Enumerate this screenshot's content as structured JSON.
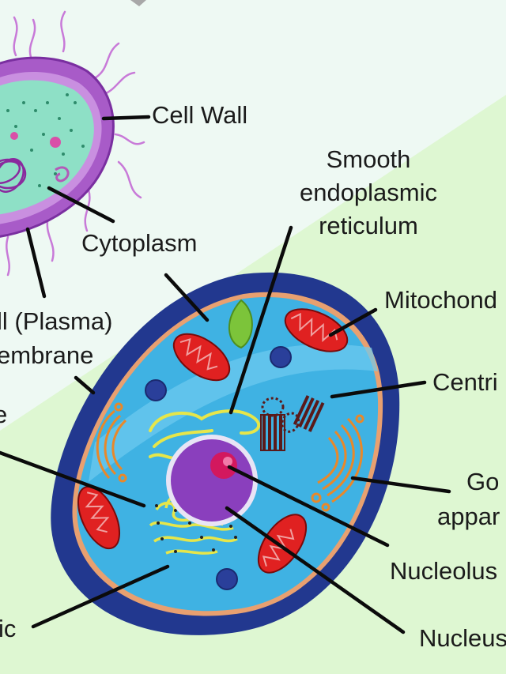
{
  "labels": {
    "cell_wall": "Cell Wall",
    "smooth_er_line1": "Smooth",
    "smooth_er_line2": "endoplasmic",
    "smooth_er_line3": "reticulum",
    "cytoplasm": "Cytoplasm",
    "mitochondria": "Mitochond",
    "cell_membrane_line1": "ll (Plasma)",
    "cell_membrane_line2": "embrane",
    "centriole": "Centri",
    "golgi_line1": "Go",
    "golgi_line2": "appar",
    "nucleolus": "Nucleolus",
    "nucleus": "Nucleus",
    "rough_er_partial": "ic",
    "left_partial": "e"
  },
  "colors": {
    "background_top": "#eef9f3",
    "background_bottom": "#def7d2",
    "bacteria_body": "#9b4fc0",
    "bacteria_cytoplasm": "#8fe0c6",
    "cell_outer": "#22388f",
    "cell_cytoplasm": "#3fb2e3",
    "nucleus": "#8a3fbd",
    "mitochondria": "#e02121",
    "golgi": "#e8882a",
    "smooth_er": "#e6e64a",
    "vacuole": "#7cc43a"
  }
}
